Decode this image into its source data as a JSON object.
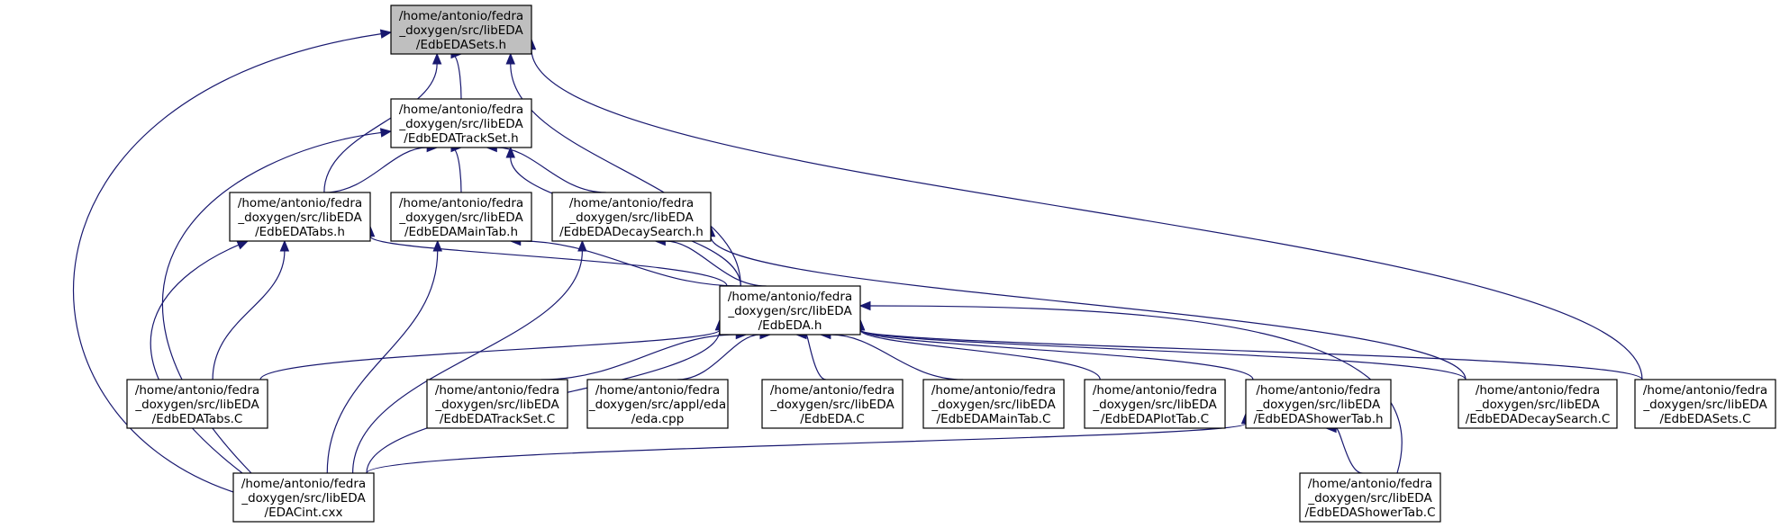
{
  "colors": {
    "edge": "#191970",
    "root_fill": "#bfbfbf",
    "node_fill": "#ffffff",
    "border": "#000000"
  },
  "nodes": [
    {
      "id": "sets_h",
      "root": true,
      "lines": [
        "/home/antonio/fedra",
        "_doxygen/src/libEDA",
        "/EdbEDASets.h"
      ]
    },
    {
      "id": "trackset_h",
      "lines": [
        "/home/antonio/fedra",
        "_doxygen/src/libEDA",
        "/EdbEDATrackSet.h"
      ]
    },
    {
      "id": "tabs_h",
      "lines": [
        "/home/antonio/fedra",
        "_doxygen/src/libEDA",
        "/EdbEDATabs.h"
      ]
    },
    {
      "id": "maintab_h",
      "lines": [
        "/home/antonio/fedra",
        "_doxygen/src/libEDA",
        "/EdbEDAMainTab.h"
      ]
    },
    {
      "id": "decaysearch_h",
      "lines": [
        "/home/antonio/fedra",
        "_doxygen/src/libEDA",
        "/EdbEDADecaySearch.h"
      ]
    },
    {
      "id": "eda_h",
      "lines": [
        "/home/antonio/fedra",
        "_doxygen/src/libEDA",
        "/EdbEDA.h"
      ]
    },
    {
      "id": "tabs_c",
      "lines": [
        "/home/antonio/fedra",
        "_doxygen/src/libEDA",
        "/EdbEDATabs.C"
      ]
    },
    {
      "id": "trackset_c",
      "lines": [
        "/home/antonio/fedra",
        "_doxygen/src/libEDA",
        "/EdbEDATrackSet.C"
      ]
    },
    {
      "id": "eda_cpp",
      "lines": [
        "/home/antonio/fedra",
        "_doxygen/src/appl/eda",
        "/eda.cpp"
      ]
    },
    {
      "id": "eda_c",
      "lines": [
        "/home/antonio/fedra",
        "_doxygen/src/libEDA",
        "/EdbEDA.C"
      ]
    },
    {
      "id": "maintab_c",
      "lines": [
        "/home/antonio/fedra",
        "_doxygen/src/libEDA",
        "/EdbEDAMainTab.C"
      ]
    },
    {
      "id": "plottab_c",
      "lines": [
        "/home/antonio/fedra",
        "_doxygen/src/libEDA",
        "/EdbEDAPlotTab.C"
      ]
    },
    {
      "id": "showertab_h",
      "lines": [
        "/home/antonio/fedra",
        "_doxygen/src/libEDA",
        "/EdbEDAShowerTab.h"
      ]
    },
    {
      "id": "decaysearch_c",
      "lines": [
        "/home/antonio/fedra",
        "_doxygen/src/libEDA",
        "/EdbEDADecaySearch.C"
      ]
    },
    {
      "id": "sets_c",
      "lines": [
        "/home/antonio/fedra",
        "_doxygen/src/libEDA",
        "/EdbEDASets.C"
      ]
    },
    {
      "id": "edacint_cxx",
      "lines": [
        "/home/antonio/fedra",
        "_doxygen/src/libEDA",
        "/EDACint.cxx"
      ]
    },
    {
      "id": "showertab_c",
      "lines": [
        "/home/antonio/fedra",
        "_doxygen/src/libEDA",
        "/EdbEDAShowerTab.C"
      ]
    }
  ],
  "edges": [
    {
      "from": "trackset_h",
      "to": "sets_h"
    },
    {
      "from": "tabs_h",
      "to": "sets_h"
    },
    {
      "from": "edacint_cxx",
      "to": "sets_h"
    },
    {
      "from": "eda_h",
      "to": "sets_h"
    },
    {
      "from": "sets_c",
      "to": "sets_h"
    },
    {
      "from": "tabs_h",
      "to": "trackset_h"
    },
    {
      "from": "maintab_h",
      "to": "trackset_h"
    },
    {
      "from": "decaysearch_h",
      "to": "trackset_h"
    },
    {
      "from": "eda_h",
      "to": "trackset_h"
    },
    {
      "from": "edacint_cxx",
      "to": "trackset_h"
    },
    {
      "from": "eda_h",
      "to": "tabs_h"
    },
    {
      "from": "tabs_c",
      "to": "tabs_h"
    },
    {
      "from": "edacint_cxx",
      "to": "tabs_h"
    },
    {
      "from": "eda_h",
      "to": "maintab_h"
    },
    {
      "from": "edacint_cxx",
      "to": "maintab_h"
    },
    {
      "from": "eda_h",
      "to": "decaysearch_h"
    },
    {
      "from": "edacint_cxx",
      "to": "decaysearch_h"
    },
    {
      "from": "decaysearch_c",
      "to": "decaysearch_h"
    },
    {
      "from": "tabs_c",
      "to": "eda_h"
    },
    {
      "from": "trackset_c",
      "to": "eda_h"
    },
    {
      "from": "eda_cpp",
      "to": "eda_h"
    },
    {
      "from": "eda_c",
      "to": "eda_h"
    },
    {
      "from": "maintab_c",
      "to": "eda_h"
    },
    {
      "from": "plottab_c",
      "to": "eda_h"
    },
    {
      "from": "showertab_h",
      "to": "eda_h"
    },
    {
      "from": "decaysearch_c",
      "to": "eda_h"
    },
    {
      "from": "sets_c",
      "to": "eda_h"
    },
    {
      "from": "edacint_cxx",
      "to": "eda_h"
    },
    {
      "from": "showertab_c",
      "to": "eda_h"
    },
    {
      "from": "edacint_cxx",
      "to": "showertab_h"
    },
    {
      "from": "showertab_c",
      "to": "showertab_h"
    }
  ]
}
